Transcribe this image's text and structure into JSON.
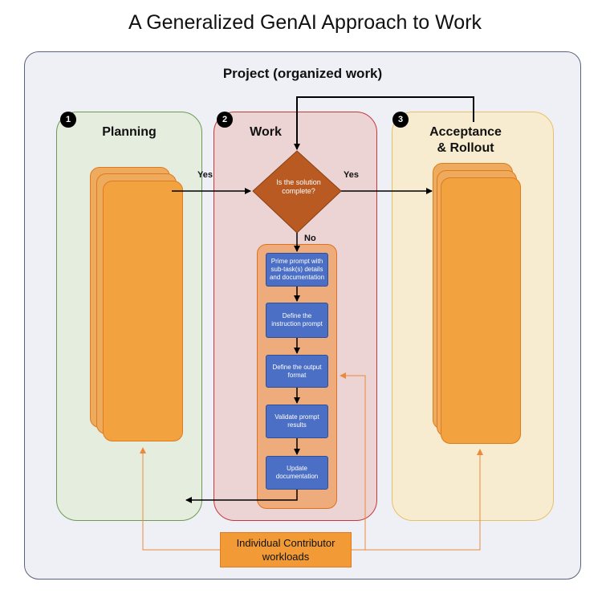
{
  "title": "A Generalized GenAI Approach to Work",
  "project": {
    "label": "Project (organized work)"
  },
  "lanes": [
    {
      "number": "1",
      "label": "Planning"
    },
    {
      "number": "2",
      "label": "Work"
    },
    {
      "number": "3",
      "label": "Acceptance & Rollout"
    }
  ],
  "decision": {
    "label": "Is the solution complete?"
  },
  "edges": {
    "yes_left": "Yes",
    "yes_right": "Yes",
    "no": "No"
  },
  "steps": [
    "Prime prompt with  sub-task(s) details and documentation",
    "Define the instruction prompt",
    "Define the output format",
    "Validate prompt results",
    "Update documentation"
  ],
  "contributor": {
    "label": "Individual Contributor workloads"
  },
  "colors": {
    "planning_fill": "#e4edde",
    "work_fill": "#ecd3d4",
    "acceptance_fill": "#f8ecd0",
    "stack_fill": "#f2a23f",
    "step_fill": "#4a6fc5",
    "decision_fill": "#b85a22",
    "contributor_fill": "#f29b36"
  }
}
